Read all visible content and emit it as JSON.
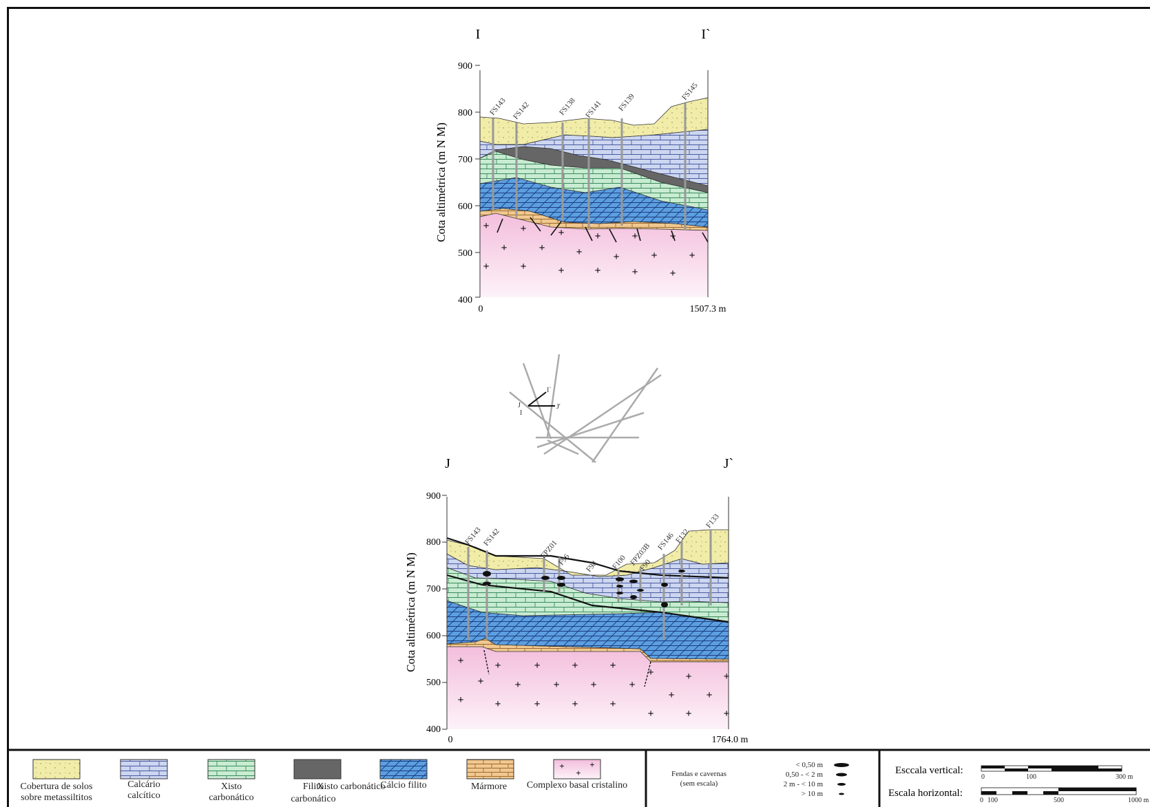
{
  "section_i": {
    "label_start": "I",
    "label_end": "I`",
    "y_axis_title": "Cota altimétrica (m N M)",
    "y_ticks": [
      "900",
      "800",
      "700",
      "600",
      "500",
      "400"
    ],
    "x_start": "0",
    "x_end": "1507.3 m",
    "boreholes": [
      "FS143",
      "FS142",
      "FS138",
      "FS141",
      "FS139",
      "FS145"
    ]
  },
  "section_j": {
    "label_start": "J",
    "label_end": "J`",
    "y_axis_title": "Cota altimétrica (m N M)",
    "y_ticks": [
      "900",
      "800",
      "700",
      "600",
      "500",
      "400"
    ],
    "x_start": "0",
    "x_end": "1764.0 m",
    "boreholes": [
      "FS143",
      "FS142",
      "FPZ01",
      "F96",
      "F98",
      "F100",
      "FPZ03B",
      "F90",
      "FS146",
      "F132",
      "F133"
    ]
  },
  "location_map": {
    "labels": [
      "I`",
      "J",
      "I",
      "J'"
    ]
  },
  "legend": {
    "items": [
      {
        "line1": "Cobertura de solos",
        "line2": "sobre metassiltitos",
        "pattern": "soil"
      },
      {
        "line1": "Calcário",
        "line2": "calcítico",
        "pattern": "limestone"
      },
      {
        "line1": "Xisto",
        "line2": "carbonático",
        "pattern": "schist"
      },
      {
        "line1": "Filito",
        "line2": "carbonático",
        "pattern": "phyllite"
      },
      {
        "line1": "Xisto carbonático",
        "line2": "",
        "pattern": "none"
      },
      {
        "line1": "Cálcio filito",
        "line2": "",
        "pattern": "calcphyllite"
      },
      {
        "line1": "Mármore",
        "line2": "",
        "pattern": "marble"
      },
      {
        "line1": "Complexo basal cristalino",
        "line2": "",
        "pattern": "basement"
      }
    ],
    "fractures": {
      "title": "Fendas e cavernas",
      "subtitle": "(sem escala)",
      "sizes": [
        "< 0,50 m",
        "0,50 - < 2 m",
        "2 m - < 10 m",
        "> 10 m"
      ]
    },
    "scales": {
      "vertical_label": "Esccala vertical:",
      "vertical_ticks": [
        "0",
        "100",
        "300 m"
      ],
      "horizontal_label": "Escala horizontal:",
      "horizontal_ticks": [
        "0",
        "100",
        "500",
        "1000 m"
      ]
    }
  },
  "colors": {
    "soil": "#f1eca8",
    "limestone": "#ccd6f0",
    "schist": "#c8ecd2",
    "phyllite": "#666666",
    "calcphyllite": "#5c9fe0",
    "marble": "#f0c890",
    "basement": "#f5c6e0"
  }
}
